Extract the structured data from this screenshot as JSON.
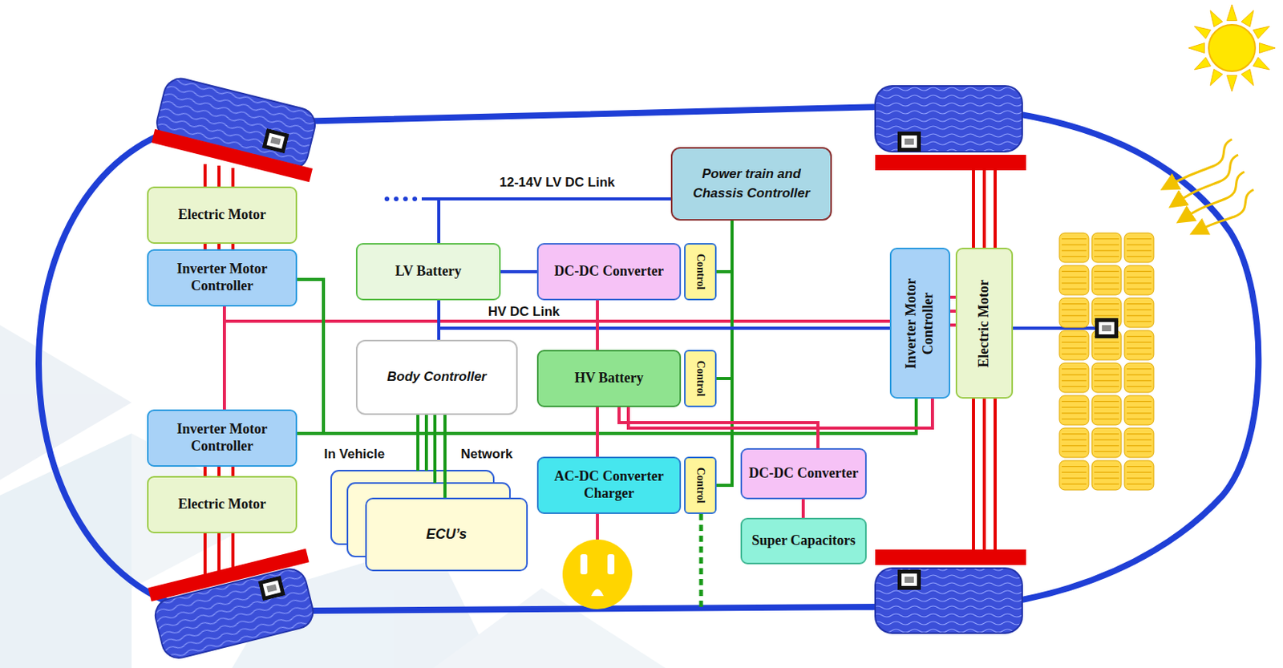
{
  "diagram": {
    "nodes": [
      {
        "text": [
          "Electric Motor"
        ]
      },
      {
        "text": [
          "Inverter Motor Controller"
        ]
      },
      {
        "text": [
          "Power train and Chassis Controller"
        ]
      },
      {
        "text": [
          "LV Battery"
        ]
      },
      {
        "text": [
          "DC-DC Converter"
        ]
      },
      {
        "text": [
          "Control"
        ]
      },
      {
        "text": [
          "Body Controller"
        ]
      },
      {
        "text": [
          "HV Battery"
        ]
      },
      {
        "text": [
          "Control"
        ]
      },
      {
        "text": [
          "Inverter Motor Controller"
        ]
      },
      {
        "text": [
          "Electric Motor"
        ]
      },
      {
        "text": [
          "Inverter Motor Controller"
        ]
      },
      {
        "text": [
          "Electric Motor"
        ]
      },
      {
        "text": [
          "ECU’s"
        ]
      },
      {
        "text": [
          "AC-DC Converter Charger"
        ]
      },
      {
        "text": [
          "Control"
        ]
      },
      {
        "text": [
          "DC-DC Converter"
        ]
      },
      {
        "text": [
          "Super Capacitors"
        ]
      }
    ],
    "edges": [
      {
        "from": 0,
        "to": 1,
        "arrow": "none"
      },
      {
        "from": 11,
        "to": 12,
        "arrow": "none"
      },
      {
        "from": 9,
        "to": 10,
        "arrow": "none"
      },
      {
        "from": 1,
        "to": 11,
        "arrow": "none"
      },
      {
        "from": 1,
        "to": 9,
        "arrow": "none"
      },
      {
        "from": 1,
        "to": 9,
        "arrow": "none"
      },
      {
        "from": 11,
        "to": 9,
        "arrow": "none"
      },
      {
        "from": 2,
        "to": 5,
        "arrow": "none"
      },
      {
        "from": 2,
        "to": 8,
        "arrow": "none"
      },
      {
        "from": 2,
        "to": 15,
        "arrow": "none"
      },
      {
        "from": 6,
        "to": 13,
        "arrow": "none"
      },
      {
        "from": 3,
        "to": 2,
        "arrow": "none"
      },
      {
        "from": 3,
        "to": 6,
        "arrow": "none"
      },
      {
        "from": 3,
        "to": 9,
        "arrow": "none"
      },
      {
        "from": 3,
        "to": 4,
        "arrow": "none"
      },
      {
        "from": 4,
        "to": 7,
        "arrow": "none"
      },
      {
        "from": 7,
        "to": 14,
        "arrow": "none"
      },
      {
        "from": 7,
        "to": 16,
        "arrow": "none"
      },
      {
        "from": 7,
        "to": 9,
        "arrow": "none"
      },
      {
        "from": 16,
        "to": 17,
        "arrow": "none"
      }
    ],
    "labels": [
      "12-14V LV DC Link",
      "HV DC Link",
      "In Vehicle",
      "Network"
    ]
  }
}
